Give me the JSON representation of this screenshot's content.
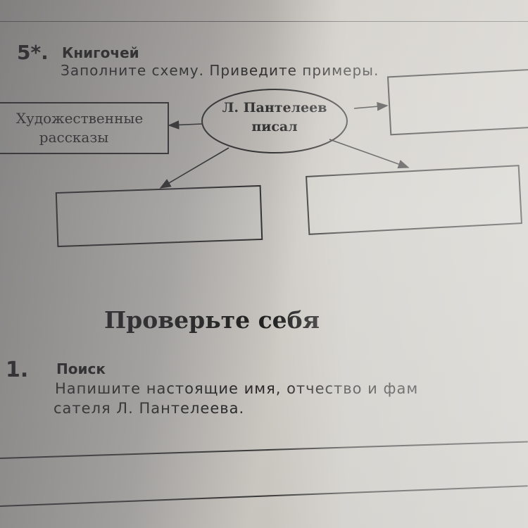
{
  "task5": {
    "number": "5*.",
    "title": "Книгочей",
    "instruction": "Заполните схему. Приведите примеры."
  },
  "diagram": {
    "center": "Л. Пантелеев писал",
    "center_line1": "Л. Пантелеев",
    "center_line2": "писал",
    "left_box_line1": "Художественные",
    "left_box_line2": "рассказы",
    "top_right_box": "",
    "bottom_left_box": "",
    "bottom_right_box": ""
  },
  "section": {
    "title": "Проверьте себя"
  },
  "task1": {
    "number": "1.",
    "title": "Поиск",
    "line1": "Напишите  настоящие  имя,  отчество  и  фам",
    "line2": "сателя  Л.  Пантелеева."
  }
}
